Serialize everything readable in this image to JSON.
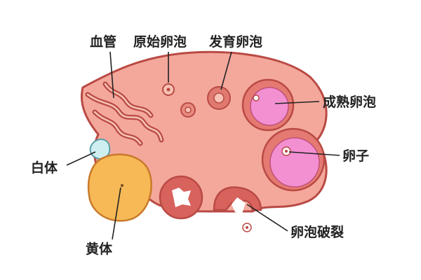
{
  "labels": {
    "blood_vessel": "血管",
    "primordial_follicle": "原始卵泡",
    "developing_follicle": "发育卵泡",
    "mature_follicle": "成熟卵泡",
    "ovum": "卵子",
    "corpus_albicans": "白体",
    "corpus_luteum": "黄体",
    "ruptured_follicle": "卵泡破裂"
  },
  "colors": {
    "ovary": "#f4a89c",
    "ovary_outline": "#b94a44",
    "corpus_luteum": "#f6b956",
    "mature_follicle_inner": "#f390d2",
    "corpus_albicans": "#cfeef0"
  }
}
